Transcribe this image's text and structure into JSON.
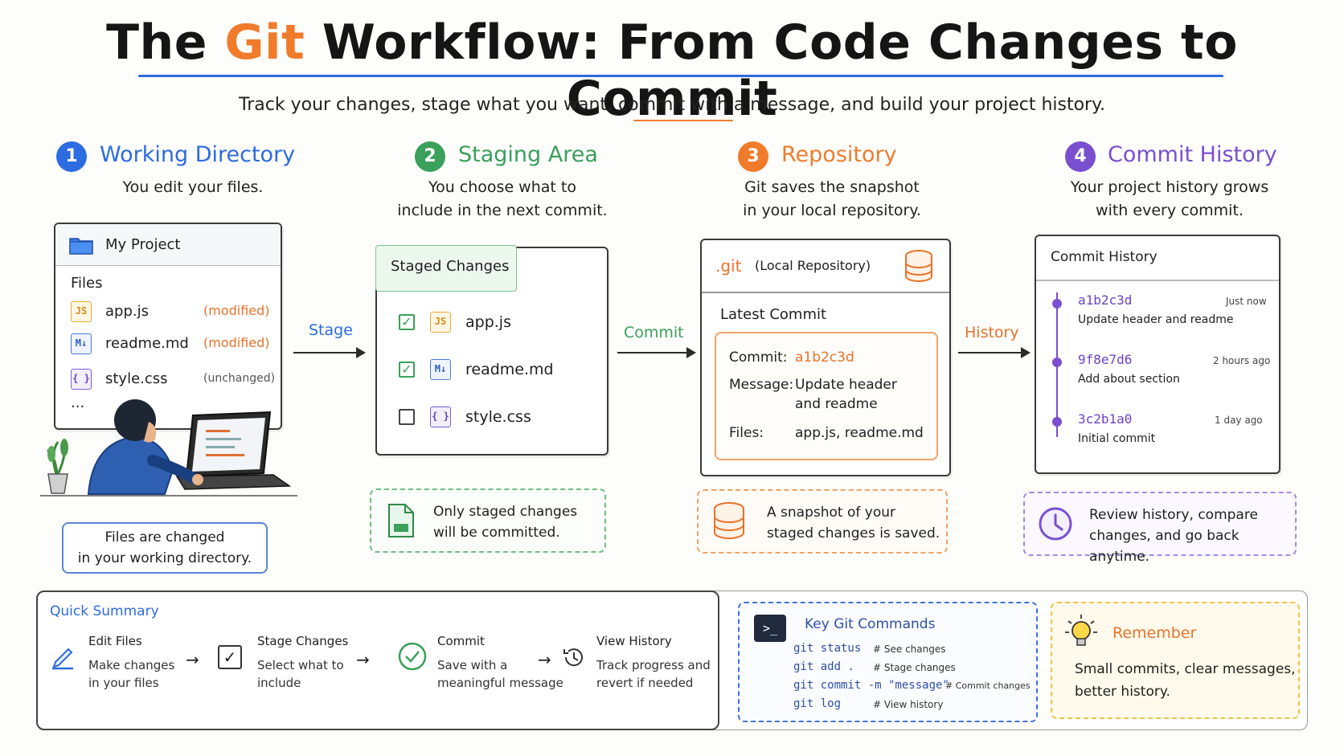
{
  "title": {
    "prefix": "The",
    "highlight": "Git",
    "suffix": "Workflow: From Code Changes to Commit"
  },
  "subtitle": "Track your changes, stage what you want, commit with a message, and build your project history.",
  "steps": [
    {
      "num": "1",
      "title": "Working Directory",
      "desc_lines": [
        "You edit your files."
      ],
      "color": "#2c6be0"
    },
    {
      "num": "2",
      "title": "Staging Area",
      "desc_lines": [
        "You choose what to",
        "include in the next commit."
      ],
      "color": "#3aa05b"
    },
    {
      "num": "3",
      "title": "Repository",
      "desc_lines": [
        "Git saves the snapshot",
        "in your local repository."
      ],
      "color": "#f07b2b"
    },
    {
      "num": "4",
      "title": "Commit History",
      "desc_lines": [
        "Your project history grows",
        "with every commit."
      ],
      "color": "#7a4fd0"
    }
  ],
  "working_dir": {
    "project_name": "My Project",
    "files_label": "Files",
    "files": [
      {
        "icon": "JS",
        "name": "app.js",
        "status": "(modified)"
      },
      {
        "icon": "M↓",
        "name": "readme.md",
        "status": "(modified)"
      },
      {
        "icon": "{ }",
        "name": "style.css",
        "status": "(unchanged)"
      }
    ],
    "ellipsis": "...",
    "note_lines": [
      "Files are changed",
      "in your working directory."
    ]
  },
  "arrows": {
    "stage": "Stage",
    "commit": "Commit",
    "history": "History"
  },
  "staging": {
    "header": "Staged Changes",
    "files": [
      {
        "icon": "JS",
        "name": "app.js",
        "checked": true
      },
      {
        "icon": "M↓",
        "name": "readme.md",
        "checked": true
      },
      {
        "icon": "{ }",
        "name": "style.css",
        "checked": false
      }
    ],
    "note_lines": [
      "Only staged changes",
      "will be committed."
    ]
  },
  "repository": {
    "git_label": ".git",
    "git_sub": "(Local Repository)",
    "latest": "Latest Commit",
    "commit_label": "Commit:",
    "commit_hash": "a1b2c3d",
    "message_label": "Message:",
    "message_lines": [
      "Update header",
      "and readme"
    ],
    "files_label": "Files:",
    "files_value": "app.js, readme.md",
    "note_lines": [
      "A snapshot of your",
      "staged changes is saved."
    ]
  },
  "history": {
    "header": "Commit History",
    "commits": [
      {
        "hash": "a1b2c3d",
        "time": "Just now",
        "message": "Update header and readme"
      },
      {
        "hash": "9f8e7d6",
        "time": "2 hours ago",
        "message": "Add about section"
      },
      {
        "hash": "3c2b1a0",
        "time": "1 day ago",
        "message": "Initial commit"
      }
    ],
    "note_lines": [
      "Review history, compare",
      "changes, and go back anytime."
    ]
  },
  "summary": {
    "title": "Quick Summary",
    "items": [
      {
        "head": "Edit Files",
        "desc_lines": [
          "Make changes",
          "in your files"
        ]
      },
      {
        "head": "Stage Changes",
        "desc_lines": [
          "Select what to",
          "include"
        ]
      },
      {
        "head": "Commit",
        "desc_lines": [
          "Save with a",
          "meaningful message"
        ]
      },
      {
        "head": "View History",
        "desc_lines": [
          "Track progress and",
          "revert if needed"
        ]
      }
    ]
  },
  "commands": {
    "title": "Key Git Commands",
    "list": [
      {
        "cmd": "git status",
        "comment": "# See changes"
      },
      {
        "cmd": "git add .",
        "comment": "# Stage changes"
      },
      {
        "cmd": "git commit -m \"message\"",
        "comment": "# Commit changes"
      },
      {
        "cmd": "git log",
        "comment": "# View history"
      }
    ]
  },
  "remember": {
    "title": "Remember",
    "lines": [
      "Small commits, clear messages,",
      "better history."
    ]
  },
  "colors": {
    "blue": "#2c6be0",
    "green": "#3aa05b",
    "orange": "#f07b2b",
    "purple": "#7a4fd0"
  }
}
